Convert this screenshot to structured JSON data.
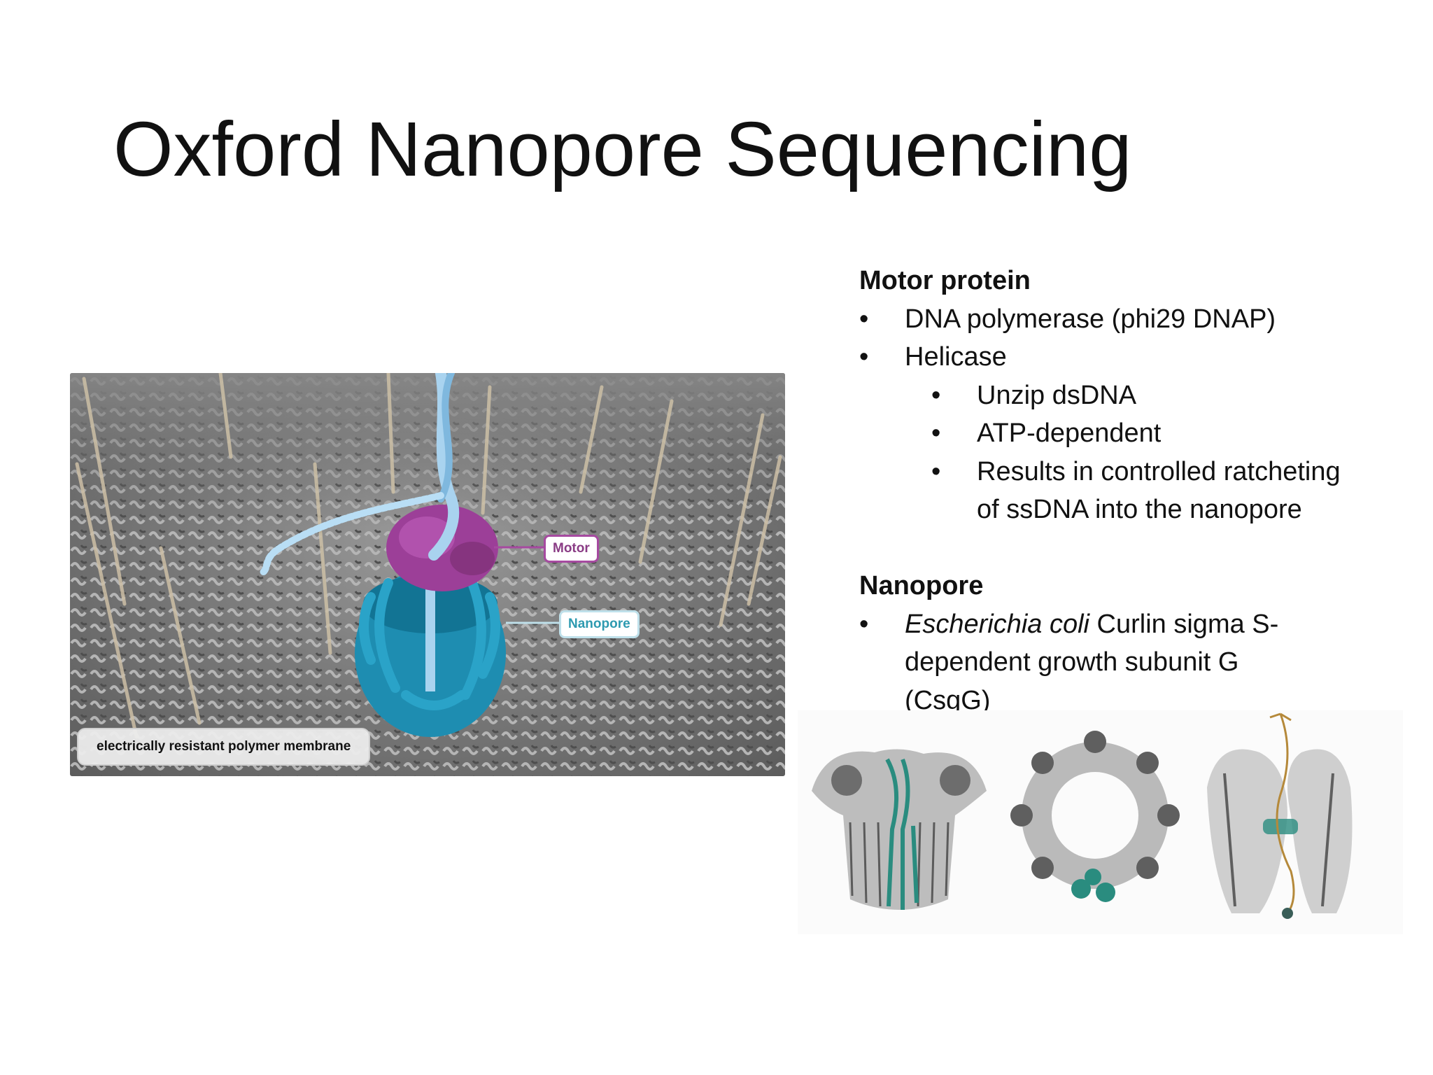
{
  "slide": {
    "title": "Oxford Nanopore Sequencing"
  },
  "illustration": {
    "membrane_label": "electrically resistant polymer membrane",
    "motor_label": "Motor",
    "nanopore_label": "Nanopore",
    "colors": {
      "motor": "#9c3f98",
      "nanopore": "#1f8fb4",
      "dna": "#a9d3ef",
      "membrane": "#777777"
    }
  },
  "motor_section": {
    "heading": "Motor protein",
    "items": [
      {
        "bullet": "•",
        "text": "DNA polymerase (phi29 DNAP)"
      },
      {
        "bullet": "•",
        "text": "Helicase"
      }
    ],
    "helicase_subitems": [
      {
        "bullet": "•",
        "text": "Unzip dsDNA"
      },
      {
        "bullet": "•",
        "text": "ATP-dependent"
      },
      {
        "bullet": "•",
        "text": "Results in controlled ratcheting of ssDNA into the nanopore"
      }
    ]
  },
  "nanopore_section": {
    "heading": "Nanopore",
    "bullet": "•",
    "species": "Escherichia coli",
    "description": " Curlin sigma S-dependent growth subunit G (CsgG)"
  },
  "structures": {
    "colors": {
      "protein": "#6d6d6d",
      "highlight": "#2a8c7f",
      "strand": "#b5893a"
    }
  }
}
